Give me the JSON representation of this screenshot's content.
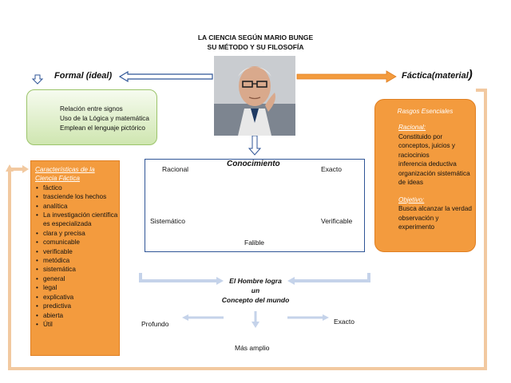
{
  "title": {
    "line1": "LA CIENCIA SEGÚN MARIO BUNGE",
    "line2": "SU MÉTODO Y SU FILOSOFÍA"
  },
  "formal": {
    "label": "Formal (ideal)",
    "items": [
      "Relación entre signos",
      "Uso de la Lógica y matemática",
      "Emplean el lenguaje pictórico"
    ]
  },
  "factica": {
    "label": "Fáctica(material",
    "paren": ")",
    "rasgos_title": "Rasgos Esenciales",
    "racional_title": "Racional:",
    "racional_items": [
      "Constituido por conceptos, juicios y raciocinios",
      "inferencia deductiva",
      "organización sistemática de ideas"
    ],
    "objetivo_title": "Objetivo:",
    "objetivo_items": [
      "Busca alcanzar la verdad",
      "observación y experimento"
    ]
  },
  "caracteristicas": {
    "title": "Características de la Ciencia Fáctica",
    "items": [
      "fáctico",
      "trasciende los hechos",
      "analítica",
      "La investigación científica es especializada",
      "clara y precisa",
      "comunicable",
      "verificable",
      "metódica",
      "sistemática",
      "general",
      "legal",
      "explicativa",
      "predictiva",
      "abierta",
      "Útil"
    ]
  },
  "conocimiento": {
    "title": "Conocimiento",
    "racional": "Racional",
    "exacto": "Exacto",
    "sistematico": "Sistemático",
    "verificable": "Verificable",
    "falible": "Falible"
  },
  "conclusion": {
    "line1": "El Hombre logra",
    "line2": "un",
    "line3": "Concepto del mundo",
    "profundo": "Profundo",
    "exacto": "Exacto",
    "amplio": "Más amplio"
  },
  "colors": {
    "orange": "#f39b3e",
    "green_light": "#d9ecc0",
    "blue_frame": "#2f5597",
    "arrow_light": "#c5d3ea",
    "arrow_dark": "#4a6db0"
  }
}
